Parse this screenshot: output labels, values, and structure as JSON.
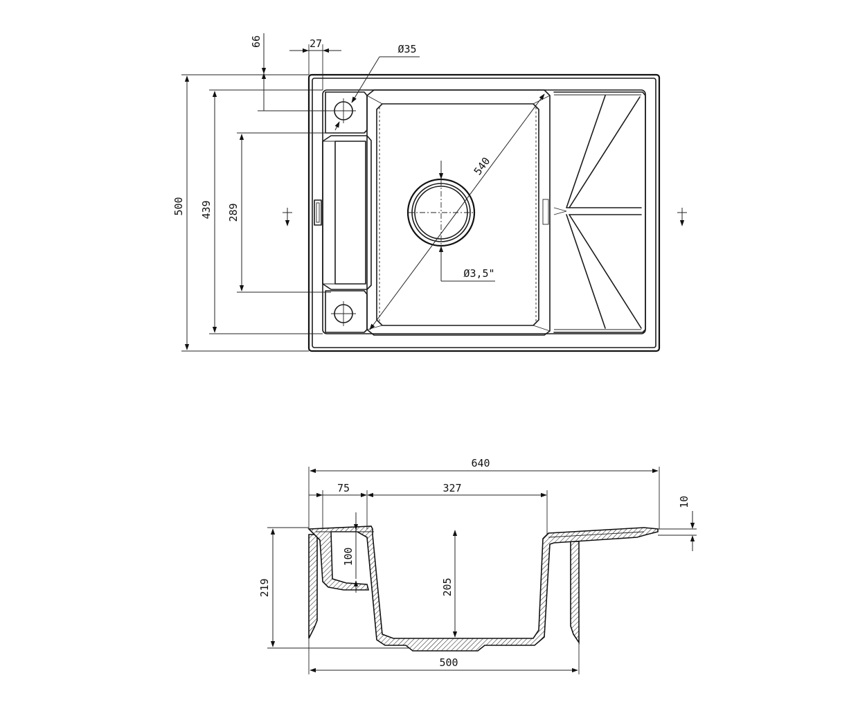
{
  "top_view": {
    "dim_66": "66",
    "dim_27": "27",
    "dim_d35": "Ø35",
    "dim_540": "540",
    "dim_d3_5": "Ø3,5\"",
    "dim_500": "500",
    "dim_439": "439",
    "dim_289": "289"
  },
  "section_view": {
    "dim_640": "640",
    "dim_75": "75",
    "dim_327": "327",
    "dim_10": "10",
    "dim_100": "100",
    "dim_205": "205",
    "dim_219": "219",
    "dim_500": "500"
  }
}
